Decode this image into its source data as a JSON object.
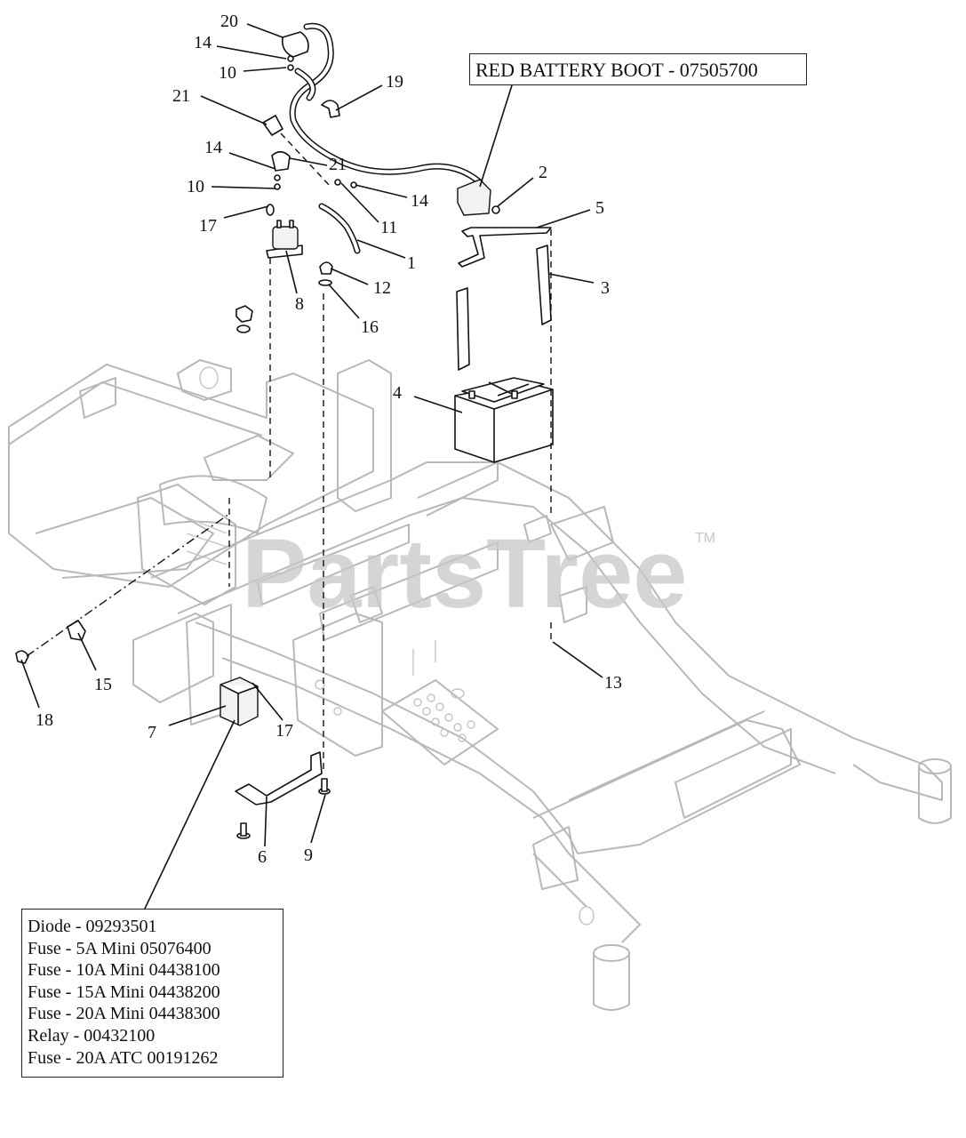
{
  "watermark": {
    "text": "PartsTree",
    "trademark": "TM"
  },
  "boot_label": "RED BATTERY BOOT - 07505700",
  "parts_list": [
    "Diode - 09293501",
    "Fuse - 5A Mini 05076400",
    "Fuse - 10A Mini 04438100",
    "Fuse - 15A Mini 04438200",
    "Fuse - 20A Mini 04438300",
    "Relay - 00432100",
    "Fuse - 20A ATC 00191262"
  ],
  "callouts": {
    "c20": "20",
    "c14a": "14",
    "c10a": "10",
    "c21a": "21",
    "c19": "19",
    "c14b": "14",
    "c21b": "21",
    "c10b": "10",
    "c14c": "14",
    "c11": "11",
    "c17a": "17",
    "c2": "2",
    "c5": "5",
    "c1": "1",
    "c12": "12",
    "c3": "3",
    "c8": "8",
    "c16": "16",
    "c4": "4",
    "c13": "13",
    "c15": "15",
    "c18": "18",
    "c7": "7",
    "c17b": "17",
    "c6": "6",
    "c9": "9"
  }
}
